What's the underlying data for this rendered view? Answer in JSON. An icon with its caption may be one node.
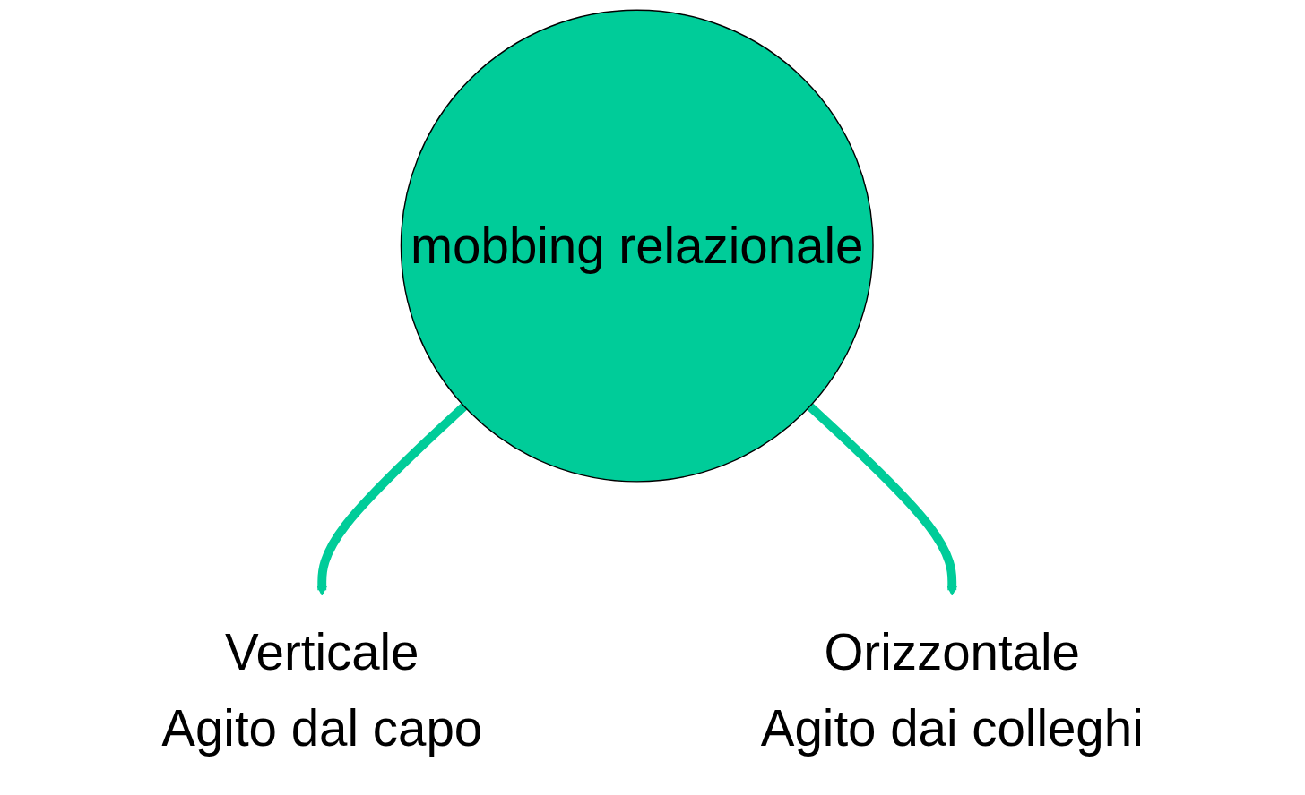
{
  "diagram": {
    "nodes": [
      {
        "text": [
          "mobbing relazionale"
        ]
      },
      {
        "text": [
          "Verticale",
          "Agito dal capo"
        ]
      },
      {
        "text": [
          "Orizzontale",
          "Agito dai colleghi"
        ]
      }
    ],
    "edges": [
      {
        "from": 0,
        "to": 1,
        "arrow": "to"
      },
      {
        "from": 0,
        "to": 2,
        "arrow": "to"
      }
    ]
  }
}
